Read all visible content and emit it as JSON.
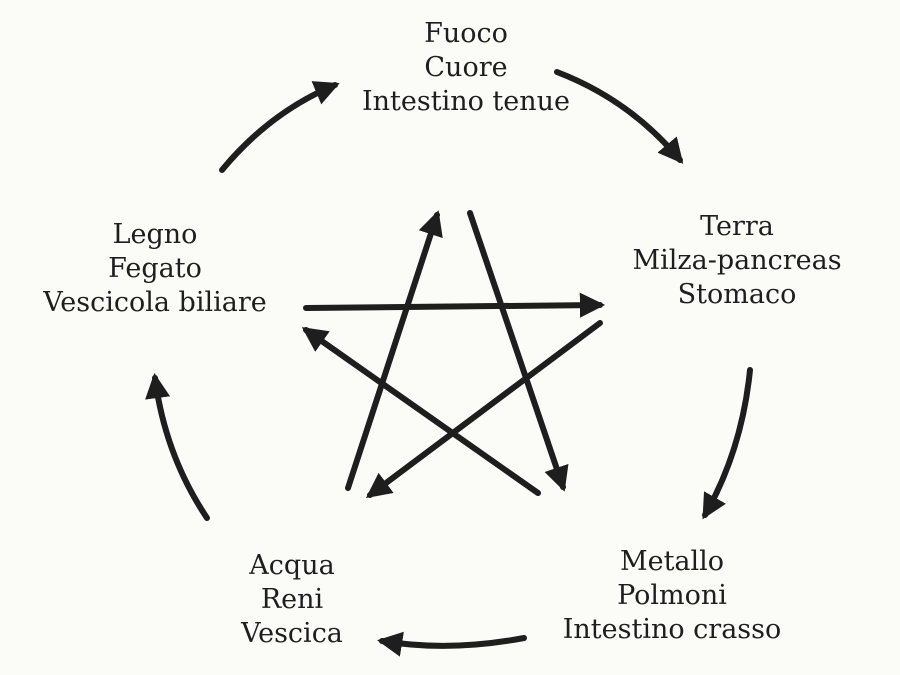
{
  "title": "Ciclo dei cinque elementi",
  "nodes": {
    "fuoco": {
      "element": "Fuoco",
      "organ": "Cuore",
      "viscera": "Intestino tenue"
    },
    "terra": {
      "element": "Terra",
      "organ": "Milza-pancreas",
      "viscera": "Stomaco"
    },
    "metallo": {
      "element": "Metallo",
      "organ": "Polmoni",
      "viscera": "Intestino crasso"
    },
    "acqua": {
      "element": "Acqua",
      "organ": "Reni",
      "viscera": "Vescica"
    },
    "legno": {
      "element": "Legno",
      "organ": "Fegato",
      "viscera": "Vescicola biliare"
    }
  },
  "colors": {
    "ink": "#1e1e1e",
    "background": "#fbfbf8"
  }
}
